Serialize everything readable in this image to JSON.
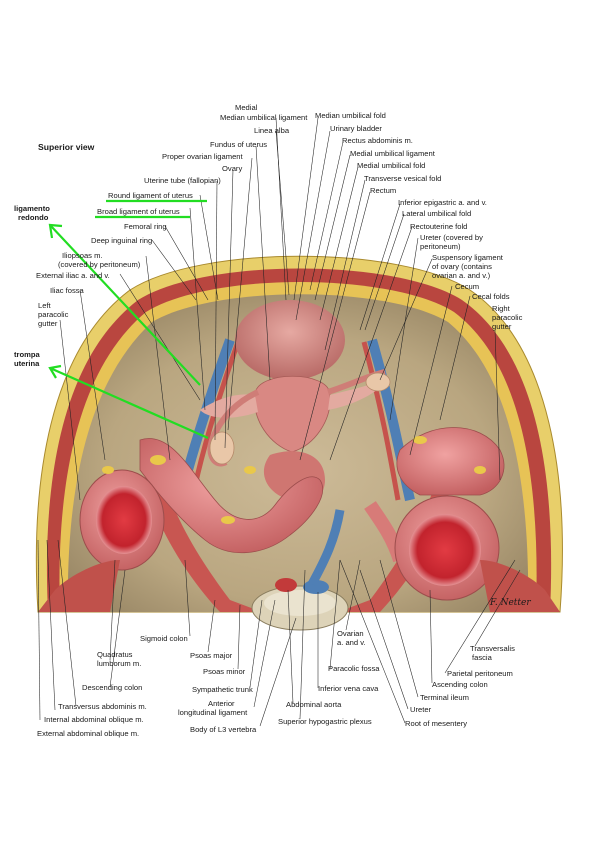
{
  "view_title": "Superior view",
  "signature": "F. Netter",
  "colors": {
    "peritoneum": "#d8c9a8",
    "fat": "#e9c84a",
    "muscle": "#b8413c",
    "colon": "#d9787a",
    "bladder": "#c97f7a",
    "vessel_blue": "#4f7fb5",
    "annotation_green": "#22dd22"
  },
  "labels": {
    "median_umbilical_ligament": "Median umbilical ligament",
    "median_umbilical_fold": "Median umbilical fold",
    "linea_alba": "Linea alba",
    "urinary_bladder": "Urinary bladder",
    "fundus_of_uterus": "Fundus of uterus",
    "rectus_abdominis": "Rectus abdominis m.",
    "proper_ovarian_ligament": "Proper ovarian ligament",
    "medial_umbilical_ligament": "Medial umbilical ligament",
    "ovary": "Ovary",
    "medial_umbilical_fold": "Medial umbilical fold",
    "uterine_tube": "Uterine tube (fallopian)",
    "transverse_vesical_fold": "Transverse vesical fold",
    "round_ligament": "Round ligament of uterus",
    "rectum": "Rectum",
    "broad_ligament": "Broad ligament of uterus",
    "inferior_epigastric": "Inferior epigastric a. and v.",
    "femoral_ring": "Femoral ring",
    "lateral_umbilical_fold": "Lateral umbilical fold",
    "deep_inguinal_ring": "Deep inguinal ring",
    "rectouterine_fold": "Rectouterine fold",
    "iliopsoas": "Iliopsoas m.",
    "iliopsoas_sub": "(covered by peritoneum)",
    "ureter_covered": "Ureter (covered by",
    "ureter_covered_sub": "peritoneum)",
    "external_iliac": "External iliac a. and v.",
    "suspensory_ligament": "Suspensory ligament",
    "suspensory_ligament_sub1": "of ovary (contains",
    "suspensory_ligament_sub2": "ovarian a. and v.)",
    "iliac_fossa": "Iliac fossa",
    "cecum": "Cecum",
    "left_paracolic_gutter_1": "Left",
    "left_paracolic_gutter_2": "paracolic",
    "left_paracolic_gutter_3": "gutter",
    "cecal_folds": "Cecal folds",
    "right_paracolic_gutter_1": "Right",
    "right_paracolic_gutter_2": "paracolic",
    "right_paracolic_gutter_3": "gutter",
    "sigmoid_colon": "Sigmoid colon",
    "quadratus_lumborum_1": "Quadratus",
    "quadratus_lumborum_2": "lumborum m.",
    "psoas_major": "Psoas major",
    "psoas_minor": "Psoas minor",
    "descending_colon": "Descending colon",
    "sympathetic_trunk": "Sympathetic trunk",
    "transversus_abdominis": "Transversus abdominis m.",
    "anterior_longitudinal_1": "Anterior",
    "anterior_longitudinal_2": "longitudinal ligament",
    "internal_oblique": "Internal abdominal oblique m.",
    "external_oblique": "External abdominal oblique m.",
    "body_l3": "Body of L3 vertebra",
    "abdominal_aorta": "Abdominal aorta",
    "superior_hypogastric": "Superior hypogastric plexus",
    "ovarian_av_1": "Ovarian",
    "ovarian_av_2": "a. and v.",
    "paracolic_fossa": "Paracolic fossa",
    "inferior_vena_cava": "Inferior vena cava",
    "transversalis_fascia_1": "Transversalis",
    "transversalis_fascia_2": "fascia",
    "parietal_peritoneum": "Parietal peritoneum",
    "ascending_colon": "Ascending colon",
    "terminal_ileum": "Terminal ileum",
    "ureter": "Ureter",
    "root_of_mesentery": "Root of mesentery"
  },
  "annotations": {
    "ligamento_1": "ligamento",
    "ligamento_2": "redondo",
    "trompa_1": "trompa",
    "trompa_2": "uterina"
  }
}
